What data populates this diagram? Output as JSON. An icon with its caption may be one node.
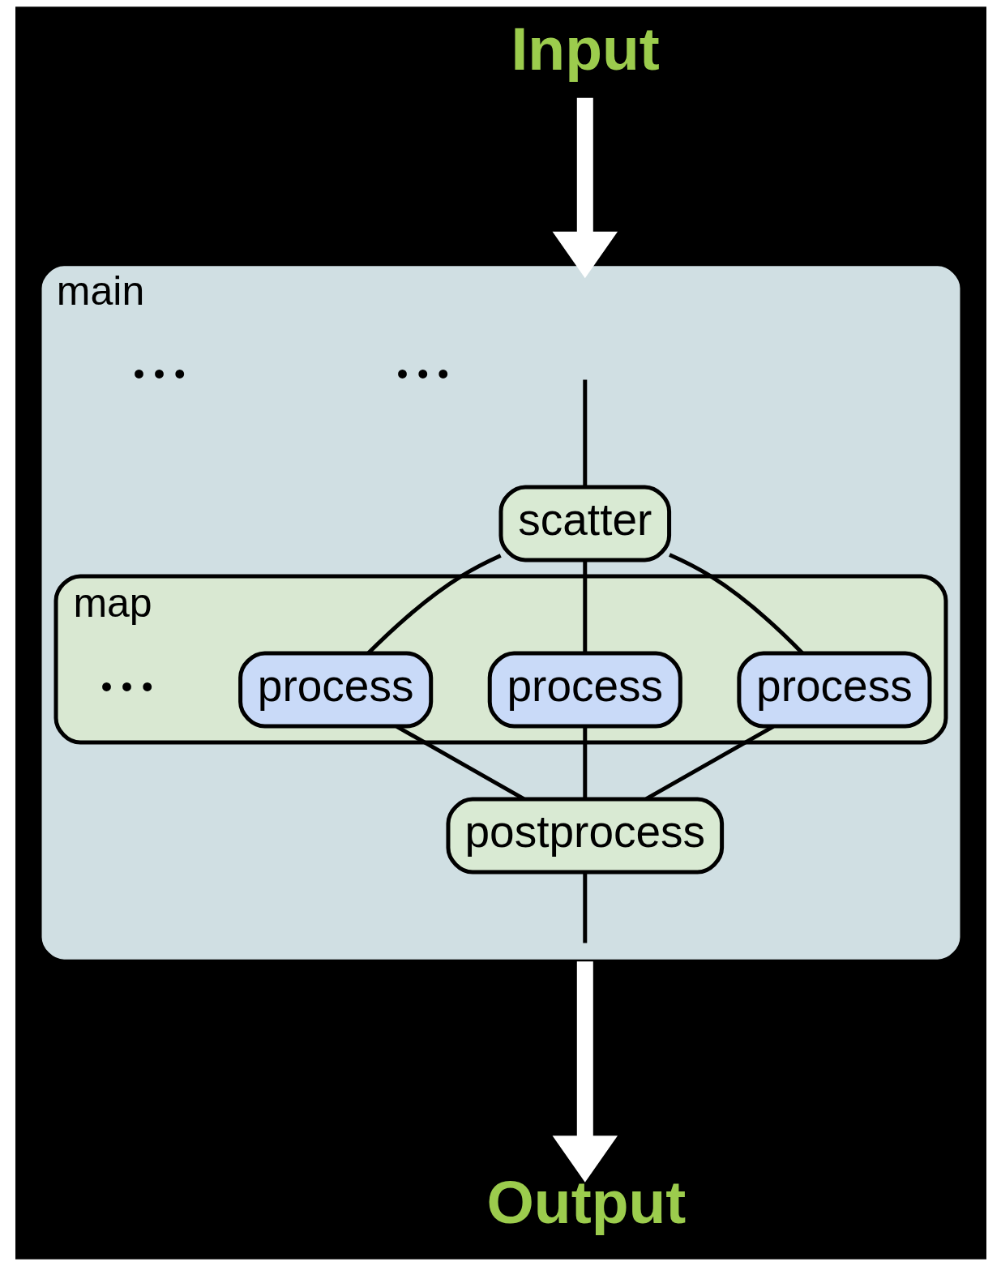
{
  "diagram": {
    "nodes": [
      {
        "text": [
          "Input"
        ]
      },
      {
        "text": [
          "main"
        ]
      },
      {
        "text": [
          "scatter"
        ],
        "in": 1
      },
      {
        "text": [
          "map"
        ],
        "in": 1
      },
      {
        "text": [
          "process"
        ],
        "in": 3
      },
      {
        "text": [
          "process"
        ],
        "in": 3
      },
      {
        "text": [
          "process"
        ],
        "in": 3
      },
      {
        "text": [
          "postprocess"
        ],
        "in": 1
      },
      {
        "text": [
          "Output"
        ]
      }
    ],
    "edges": [
      {
        "from": 0,
        "to": 1,
        "arrow": "to",
        "style": "thick",
        "color": "#ffffff"
      },
      {
        "from": null,
        "to": 2,
        "arrow": "none"
      },
      {
        "from": 2,
        "to": 4,
        "arrow": "none"
      },
      {
        "from": 2,
        "to": 5,
        "arrow": "none"
      },
      {
        "from": 2,
        "to": 6,
        "arrow": "none"
      },
      {
        "from": 4,
        "to": 7,
        "arrow": "none"
      },
      {
        "from": 5,
        "to": 7,
        "arrow": "none"
      },
      {
        "from": 6,
        "to": 7,
        "arrow": "none"
      },
      {
        "from": 7,
        "to": null,
        "arrow": "none"
      },
      {
        "from": 1,
        "to": 8,
        "arrow": "to",
        "style": "thick",
        "color": "#ffffff"
      }
    ],
    "labels": [
      "• • •",
      "• • •",
      "• • •"
    ]
  }
}
